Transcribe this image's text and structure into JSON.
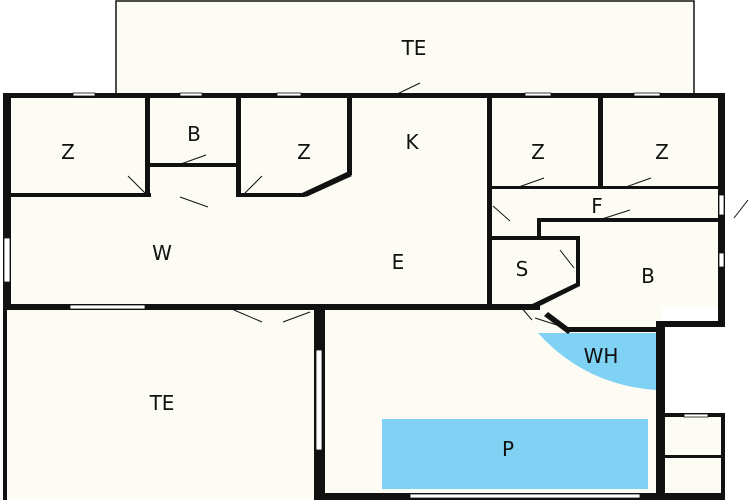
{
  "rooms": {
    "terrace_top": "TE",
    "bedroom_1": "Z",
    "bathroom_1": "B",
    "bedroom_2": "Z",
    "kitchen": "K",
    "bedroom_3": "Z",
    "bedroom_4": "Z",
    "hallway": "F",
    "living": "W",
    "dining": "E",
    "storage": "S",
    "bathroom_2": "B",
    "terrace_bottom": "TE",
    "whirlpool": "WH",
    "pool": "P"
  },
  "colors": {
    "floor": "#fcfcf5",
    "wall": "#111111",
    "water": "#7fd2f4"
  }
}
